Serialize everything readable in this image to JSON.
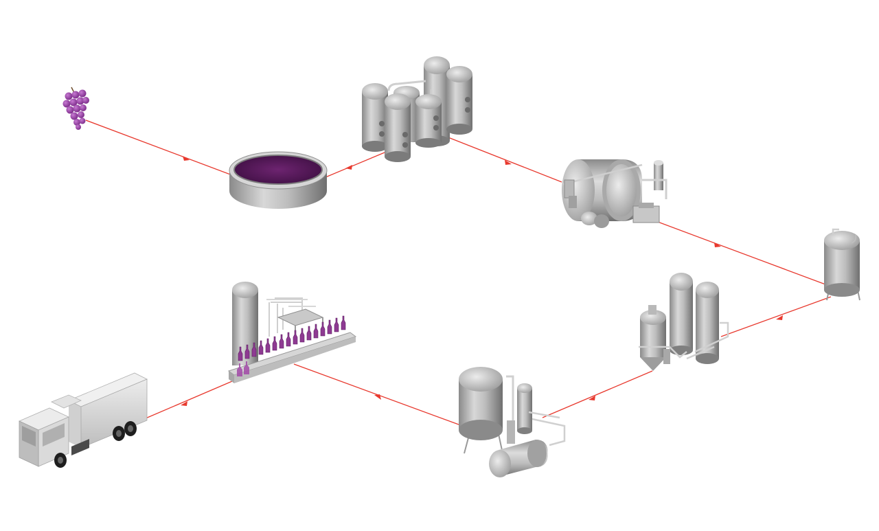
{
  "diagram": {
    "kind": "winery process flow",
    "labels_visible": false,
    "stages": [
      {
        "id": "grapes",
        "icon": "grapes-icon"
      },
      {
        "id": "crushing-vat",
        "icon": "open-vat-icon"
      },
      {
        "id": "fermentation-tanks",
        "icon": "tank-cluster-icon"
      },
      {
        "id": "press",
        "icon": "horizontal-press-icon"
      },
      {
        "id": "storage-tank",
        "icon": "vertical-tank-icon"
      },
      {
        "id": "filtration-unit",
        "icon": "filter-columns-icon"
      },
      {
        "id": "stabilization-unit",
        "icon": "pressure-vessel-icon"
      },
      {
        "id": "bottling-line",
        "icon": "bottling-line-icon"
      },
      {
        "id": "delivery-truck",
        "icon": "truck-icon"
      }
    ],
    "colors": {
      "flow_line": "#e8392e",
      "wine": "#5a1a5c",
      "grape": "#9b3fa8",
      "bottle": "#8e3a92",
      "steel_light": "#e6e6e6",
      "steel_dark": "#8c8c8c"
    }
  }
}
